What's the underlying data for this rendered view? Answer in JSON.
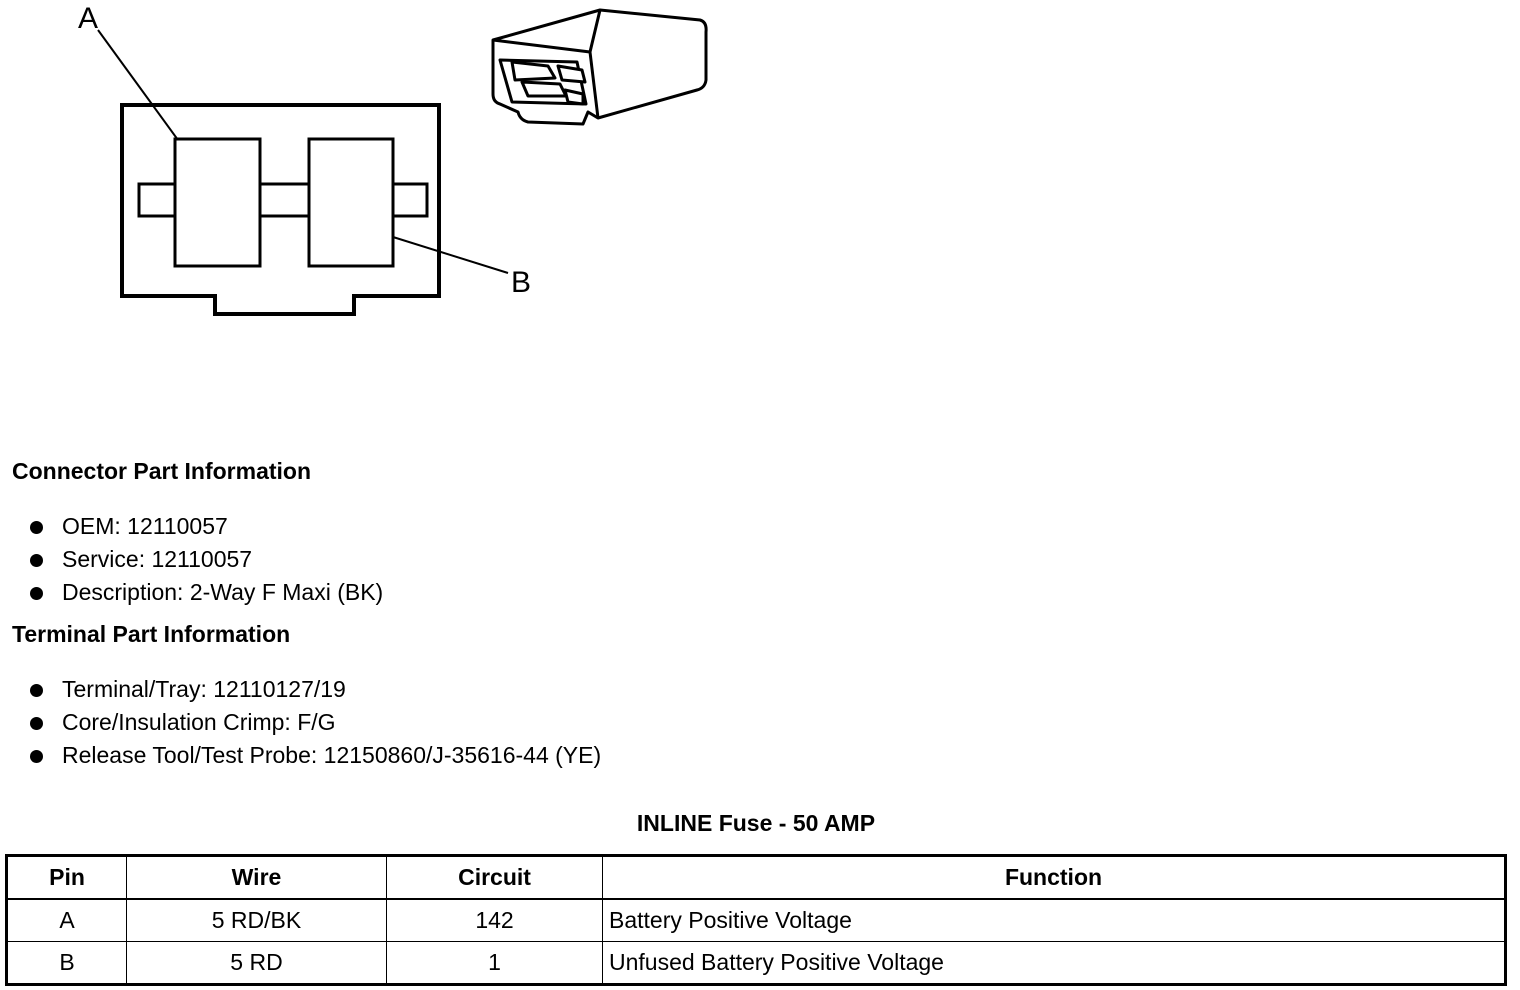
{
  "diagram": {
    "callout_a": "A",
    "callout_b": "B"
  },
  "connector_info": {
    "title": "Connector Part Information",
    "items": [
      "OEM: 12110057",
      "Service: 12110057",
      "Description: 2-Way F Maxi (BK)"
    ]
  },
  "terminal_info": {
    "title": "Terminal Part Information",
    "items": [
      "Terminal/Tray: 12110127/19",
      "Core/Insulation Crimp: F/G",
      "Release Tool/Test Probe: 12150860/J-35616-44 (YE)"
    ]
  },
  "table": {
    "title": "INLINE Fuse - 50 AMP",
    "headers": [
      "Pin",
      "Wire",
      "Circuit",
      "Function"
    ],
    "rows": [
      [
        "A",
        "5 RD/BK",
        "142",
        "Battery Positive Voltage"
      ],
      [
        "B",
        "5 RD",
        "1",
        "Unfused Battery Positive Voltage"
      ]
    ]
  }
}
